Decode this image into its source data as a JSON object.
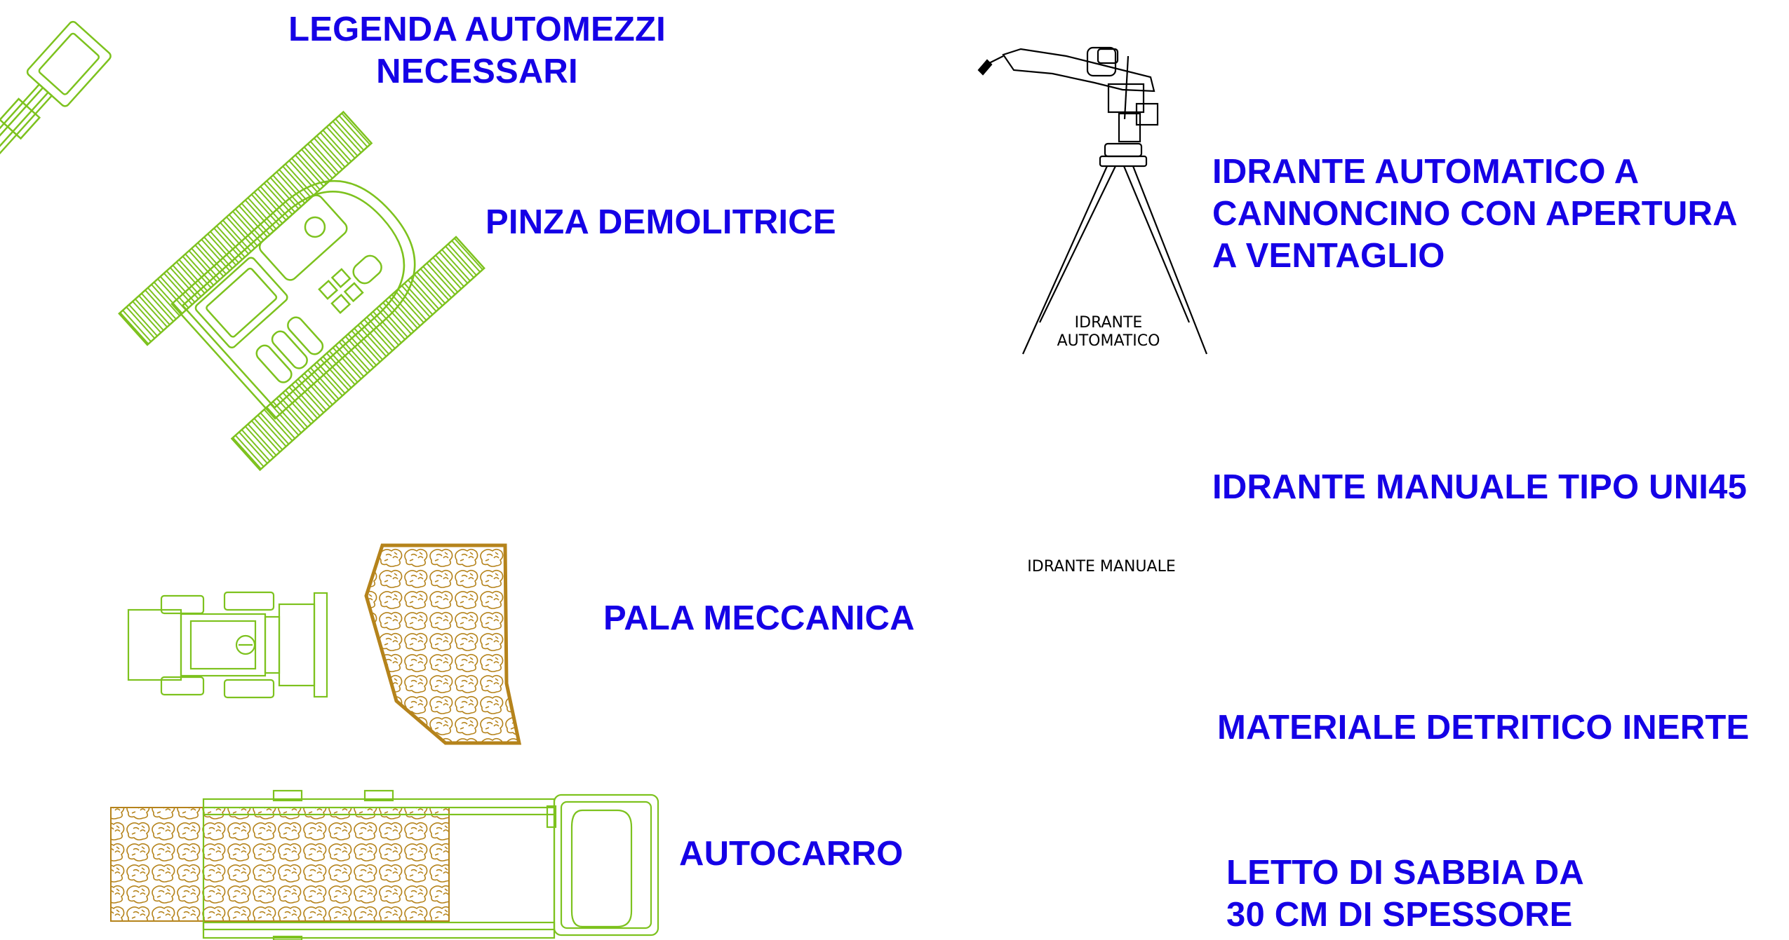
{
  "title": {
    "line1": "LEGENDA AUTOMEZZI",
    "line2": "NECESSARI"
  },
  "colors": {
    "label": "#1500e6",
    "vehicle_green": "#7dc21e",
    "material_brown": "#b5831b",
    "debris_red": "#ff0000",
    "sand_dots": "#3a3aff",
    "outline": "#000000"
  },
  "legend_items": [
    {
      "id": "pinza",
      "label": "PINZA DEMOLITRICE",
      "icon": "demolition-excavator-icon"
    },
    {
      "id": "pala",
      "label": "PALA MECCANICA",
      "icon": "wheel-loader-icon"
    },
    {
      "id": "autocarro",
      "label": "AUTOCARRO",
      "icon": "dump-truck-icon"
    },
    {
      "id": "idrante_auto",
      "label_lines": [
        "IDRANTE AUTOMATICO A",
        "CANNONCINO CON APERTURA",
        "A VENTAGLIO"
      ],
      "icon": "sprinkler-cannon-icon",
      "caption_lines": [
        "IDRANTE",
        "AUTOMATICO"
      ]
    },
    {
      "id": "idrante_man",
      "label": "IDRANTE MANUALE TIPO UNI45",
      "icon": "hose-reel-icon",
      "caption": "IDRANTE MANUALE"
    },
    {
      "id": "materiale",
      "label": "MATERIALE DETRITICO INERTE",
      "icon": "debris-hatch-icon"
    },
    {
      "id": "sabbia",
      "label_lines": [
        "LETTO DI SABBIA DA",
        "30 CM DI SPESSORE"
      ],
      "icon": "sand-dot-hatch-icon"
    }
  ]
}
